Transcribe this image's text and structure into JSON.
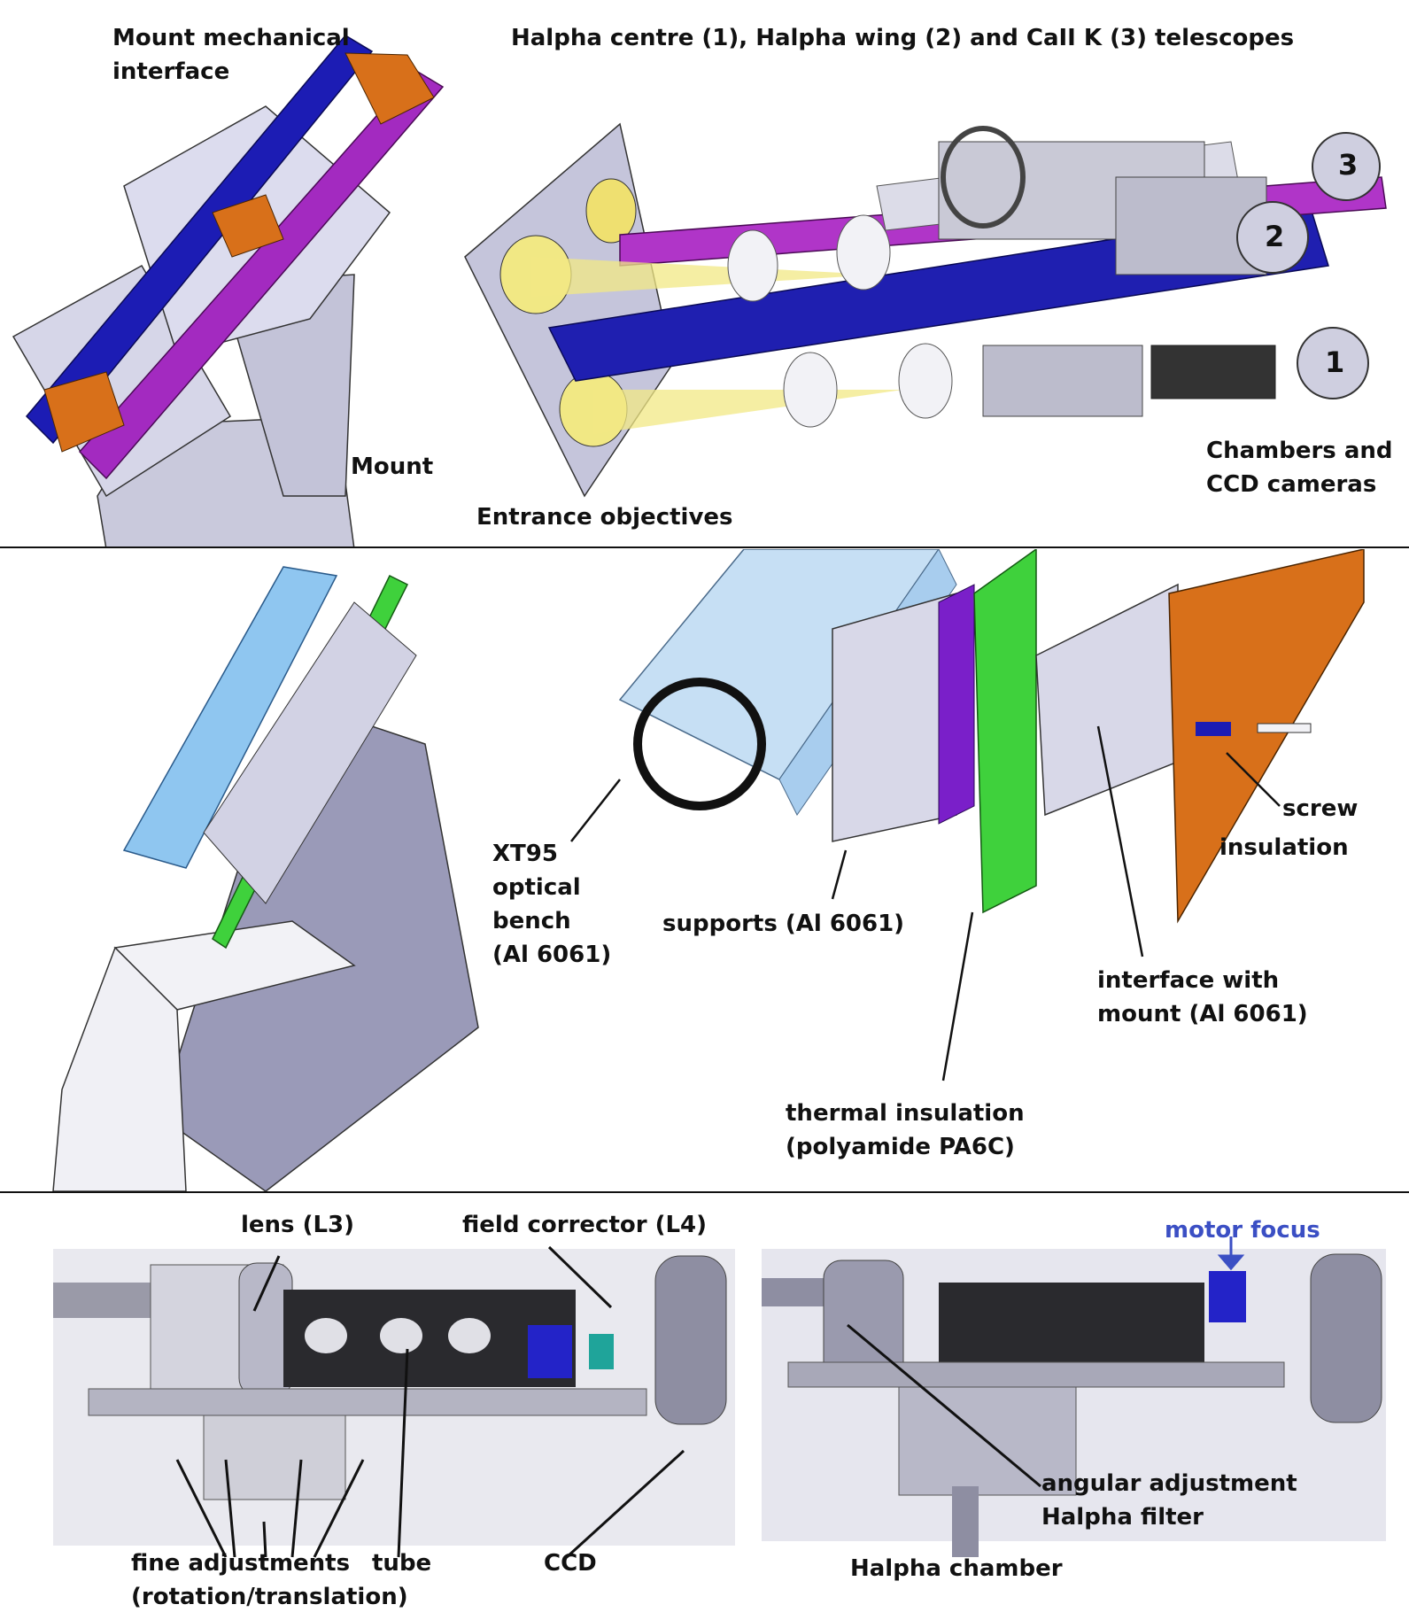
{
  "panel1": {
    "labels": {
      "mount_interface": [
        "Mount mechanical",
        "interface"
      ],
      "telescopes_title": "Halpha centre (1), Halpha wing (2) and CaII K (3) telescopes",
      "mount": "Mount",
      "entrance_objectives": "Entrance objectives",
      "chambers": [
        "Chambers and",
        "CCD cameras"
      ],
      "num1": "1",
      "num2": "2",
      "num3": "3"
    }
  },
  "panel2": {
    "labels": {
      "xt95": [
        "XT95",
        "optical",
        "bench",
        "(Al 6061)"
      ],
      "supports": "supports (Al 6061)",
      "screw": "screw",
      "insulation": "insulation",
      "interface_mount": [
        "interface with",
        "mount (Al 6061)"
      ],
      "thermal_insulation": [
        "thermal insulation",
        "(polyamide PA6C)"
      ]
    }
  },
  "panel3": {
    "labels": {
      "lens": "lens (L3)",
      "field_corrector": "field corrector (L4)",
      "fine_adjustments": [
        "fine adjustments",
        "(rotation/translation)"
      ],
      "tube": "tube",
      "ccd": "CCD",
      "motor_focus": "motor focus",
      "angular_adjustment": [
        "angular adjustment",
        "Halpha filter"
      ],
      "halpha_chamber": "Halpha chamber"
    }
  },
  "colors": {
    "blue_rail": "#1c1cb4",
    "magenta_rail": "#a32ac0",
    "orange_part": "#d8701a",
    "green_plate": "#3fd13c",
    "lavender_part": "#c8c8de",
    "light_blue_bench": "#8fc6f0",
    "violet_insulation": "#7a1fc9",
    "motor_blue": "#2323c8",
    "label_blue": "#3b4fc4"
  }
}
